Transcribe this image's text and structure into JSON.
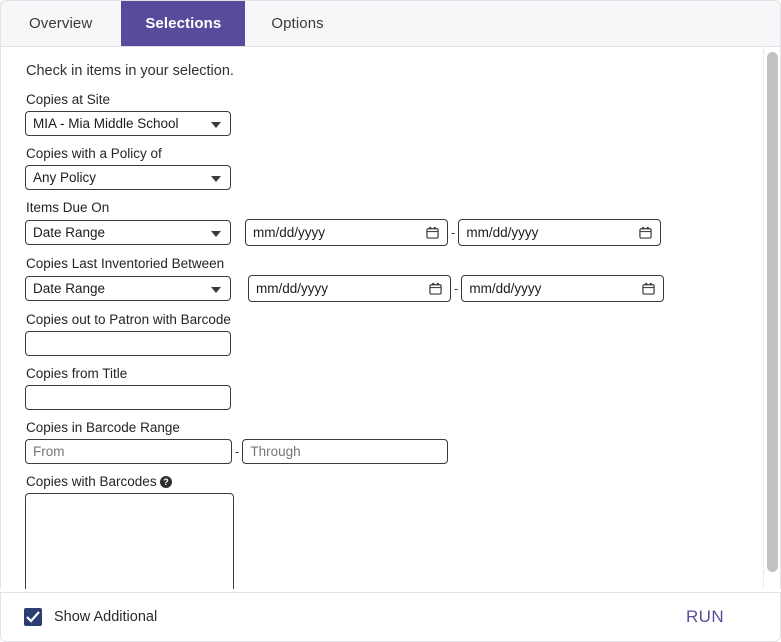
{
  "tabs": [
    {
      "label": "Overview",
      "active": false
    },
    {
      "label": "Selections",
      "active": true
    },
    {
      "label": "Options",
      "active": false
    }
  ],
  "main": {
    "intro": "Check in items in your selection.",
    "fields": {
      "site": {
        "label": "Copies at Site",
        "value": "MIA - Mia Middle School",
        "icon": "chevron-down-icon"
      },
      "policy": {
        "label": "Copies with a Policy of",
        "value": "Any Policy",
        "icon": "chevron-down-icon"
      },
      "items_due_on": {
        "label": "Items Due On",
        "mode": "Date Range",
        "from_placeholder": "mm/dd/yyyy",
        "to_placeholder": "mm/dd/yyyy",
        "separator": "-",
        "icon": "calendar-icon"
      },
      "last_inventoried": {
        "label": "Copies Last Inventoried Between",
        "mode": "Date Range",
        "from_placeholder": "mm/dd/yyyy",
        "to_placeholder": "mm/dd/yyyy",
        "separator": "-",
        "icon": "calendar-icon"
      },
      "patron_barcode": {
        "label": "Copies out to Patron with Barcode",
        "value": "",
        "placeholder": ""
      },
      "from_title": {
        "label": "Copies from Title",
        "value": "",
        "placeholder": ""
      },
      "barcode_range": {
        "label": "Copies in Barcode Range",
        "from_placeholder": "From",
        "through_placeholder": "Through",
        "separator": "-"
      },
      "barcodes": {
        "label": "Copies with Barcodes",
        "help_icon": "help-circle-icon",
        "value": "",
        "placeholder": ""
      }
    }
  },
  "scrollbar": {
    "name": "vertical-scrollbar"
  },
  "footer": {
    "show_additional_label": "Show Additional",
    "show_additional_checked": true,
    "run_label": "RUN"
  },
  "colors": {
    "accent_purple": "#594a9c",
    "run_purple": "#5b4b9e",
    "checkbox_navy": "#2b3e72",
    "tabbar_bg": "#f7f7f9",
    "border": "#e2e2e6",
    "control_border": "#3b3b3b",
    "placeholder": "#8c8c90",
    "scroll_thumb": "#c2c2c2"
  }
}
